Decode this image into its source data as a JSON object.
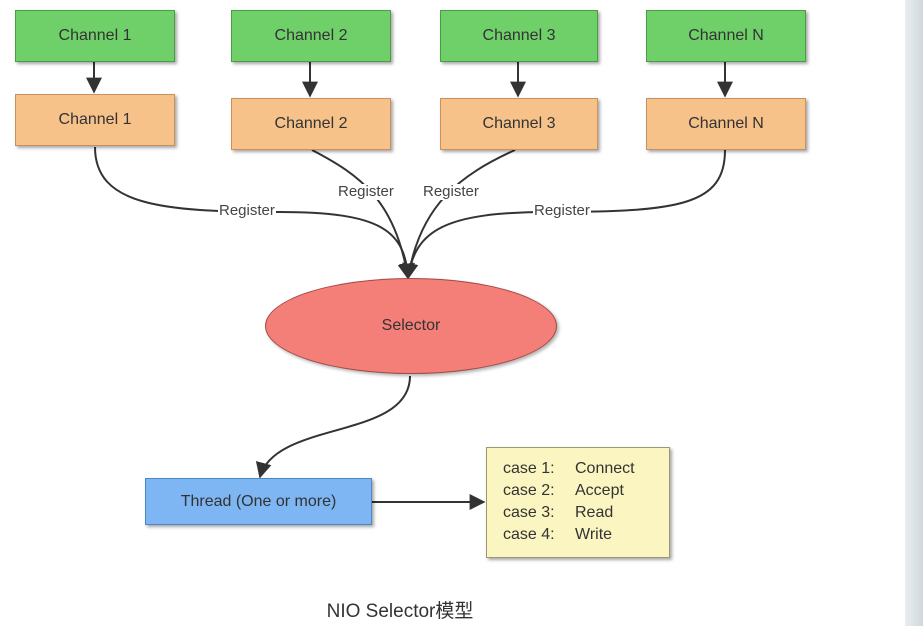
{
  "top_channels": [
    "Channel 1",
    "Channel 2",
    "Channel 3",
    "Channel N"
  ],
  "registered_channels": [
    "Channel 1",
    "Channel 2",
    "Channel 3",
    "Channel N"
  ],
  "register_labels": [
    "Register",
    "Register",
    "Register",
    "Register"
  ],
  "selector": "Selector",
  "thread": "Thread (One or more)",
  "cases": [
    {
      "label": "case 1:",
      "event": "Connect"
    },
    {
      "label": "case 2:",
      "event": "Accept"
    },
    {
      "label": "case 3:",
      "event": "Read"
    },
    {
      "label": "case 4:",
      "event": "Write"
    }
  ],
  "caption": "NIO Selector模型",
  "colors": {
    "channel_top": "#6fd06a",
    "channel_registered": "#f7c18a",
    "selector": "#f47e78",
    "thread": "#7db6f2",
    "cases": "#fbf5c1"
  }
}
